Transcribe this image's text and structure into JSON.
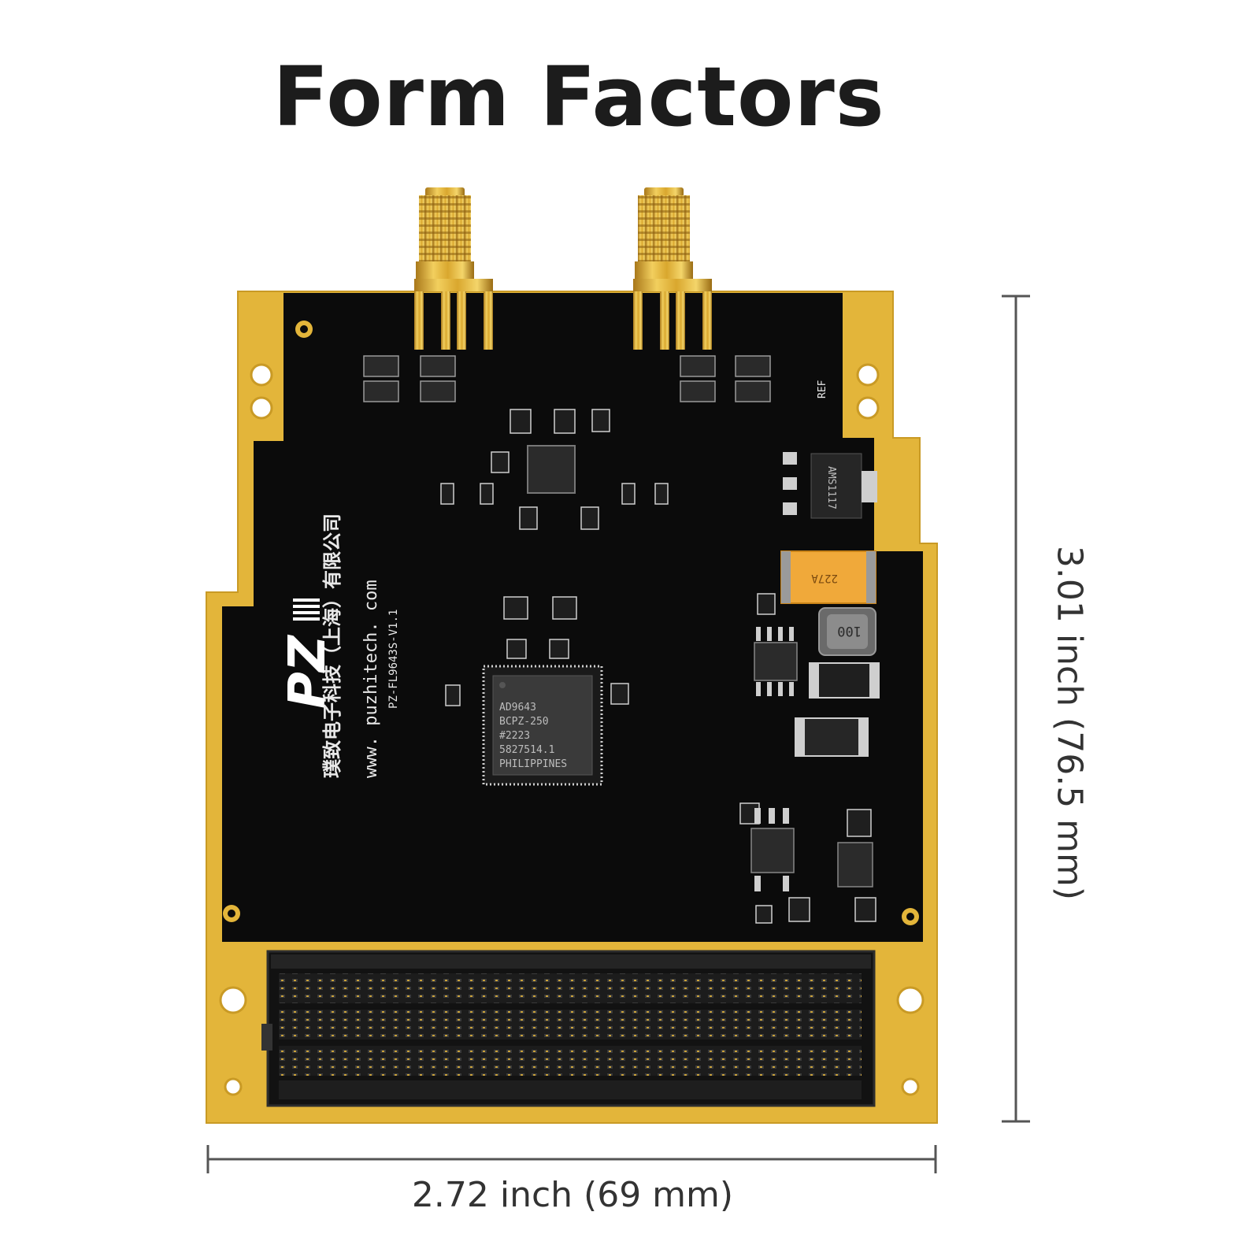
{
  "title": "Form Factors",
  "dimensions": {
    "width_label": "2.72 inch (69 mm)",
    "height_label": "3.01 inch (76.5 mm)"
  },
  "board": {
    "company_cn": "璞致电子科技（上海）有限公司",
    "website": "www. puzhitech. com",
    "model": "PZ-FL9643S-V1.1",
    "logo_text": "PZ",
    "main_chip": {
      "lines": [
        "AD9643",
        "BCPZ-250",
        "#2223",
        "5827514.1",
        "PHILIPPINES"
      ]
    },
    "regulator_label": "AMS1117",
    "inductor_label": "100",
    "cap_label": "227A",
    "ref_label": "REF"
  },
  "colors": {
    "pcb": "#0b0b0b",
    "gold": "#e3b53a",
    "gold_dark": "#b8891c",
    "connector": "#1a1a1a"
  }
}
